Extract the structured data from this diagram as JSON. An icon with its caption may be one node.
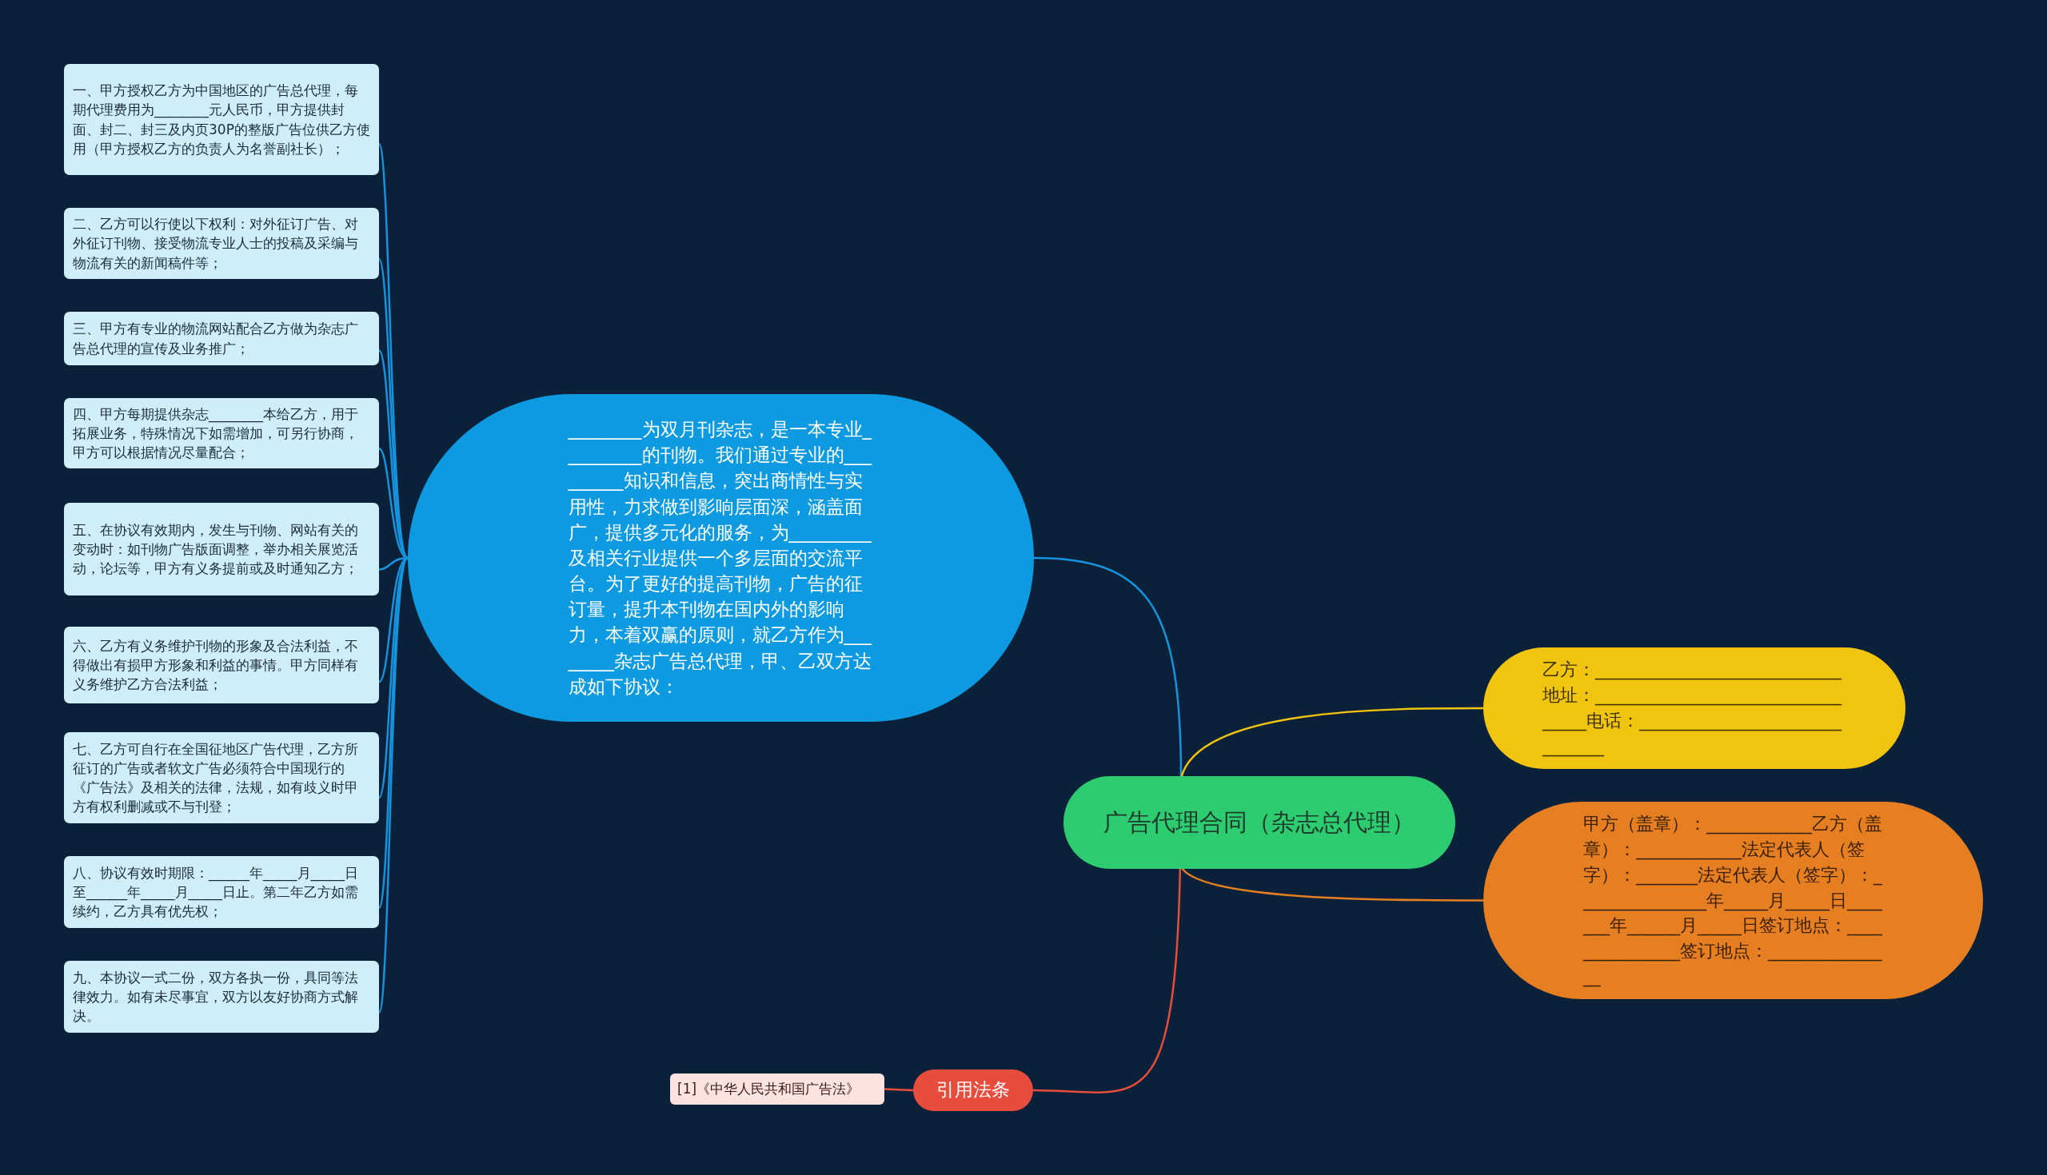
{
  "diagram": {
    "nodes": [
      {
        "text": [
          "广告代理合同（杂志总代理）"
        ]
      },
      {
        "text": [
          "________为双月刊杂志，是一本专业_________的刊物。我们通过专业的_________知识和信息，突出商情性与实用性，力求做到影响层面深，涵盖面广，提供多元化的服务，为_________及相关行业提供一个多层面的交流平台。为了更好的提高刊物，广告的征订量，提升本刊物在国内外的影响力，本着双赢的原则，就乙方作为________杂志广告总代理，甲、乙双方达成如下协议："
        ]
      },
      {
        "text": [
          "乙方：____________________________ 地址：_________________________________电话：______________________________"
        ]
      },
      {
        "text": [
          "甲方（盖章）：____________乙方（盖章）：____________法定代表人（签字）：_______法定代表人（签字）：_______________年_____月_____日_______年______月_____日签订地点：_______________签订地点：_______________"
        ]
      },
      {
        "text": [
          "引用法条"
        ]
      },
      {
        "text": [
          "[1]《中华人民共和国广告法》"
        ]
      },
      {
        "text": [
          "一、甲方授权乙方为中国地区的广告总代理，每期代理费用为________元人民币，甲方提供封面、封二、封三及内页30P的整版广告位供乙方使用（甲方授权乙方的负责人为名誉副社长）；"
        ]
      },
      {
        "text": [
          "二、乙方可以行使以下权利：对外征订广告、对外征订刊物、接受物流专业人士的投稿及采编与物流有关的新闻稿件等；"
        ]
      },
      {
        "text": [
          "三、甲方有专业的物流网站配合乙方做为杂志广告总代理的宣传及业务推广；"
        ]
      },
      {
        "text": [
          "四、甲方每期提供杂志________本给乙方，用于拓展业务，特殊情况下如需增加，可另行协商，甲方可以根据情况尽量配合；"
        ]
      },
      {
        "text": [
          "五、在协议有效期内，发生与刊物、网站有关的变动时：如刊物广告版面调整，举办相关展览活动，论坛等，甲方有义务提前或及时通知乙方；"
        ]
      },
      {
        "text": [
          "六、乙方有义务维护刊物的形象及合法利益，不得做出有损甲方形象和利益的事情。甲方同样有义务维护乙方合法利益；"
        ]
      },
      {
        "text": [
          "七、乙方可自行在全国征地区广告代理，乙方所征订的广告或者软文广告必须符合中国现行的《广告法》及相关的法律，法规，如有歧义时甲方有权利删减或不与刊登；"
        ]
      },
      {
        "text": [
          "八、协议有效时期限：______年_____月_____日至______年_____月_____日止。第二年乙方如需续约，乙方具有优先权；"
        ]
      },
      {
        "text": [
          "九、本协议一式二份，双方各执一份，具同等法律效力。如有未尽事宜，双方以友好协商方式解决。"
        ]
      }
    ],
    "edges": [
      {
        "from": 0,
        "to": 1,
        "arrow": "none"
      },
      {
        "from": 0,
        "to": 2,
        "arrow": "none",
        "color": "#f1c40f"
      },
      {
        "from": 0,
        "to": 3,
        "arrow": "none",
        "color": "#e67e22"
      },
      {
        "from": 0,
        "to": 4,
        "arrow": "none",
        "color": "#e74c3c"
      },
      {
        "from": 4,
        "to": 5,
        "arrow": "none",
        "color": "#e74c3c"
      },
      {
        "from": 1,
        "to": 6,
        "arrow": "none"
      },
      {
        "from": 1,
        "to": 7,
        "arrow": "none"
      },
      {
        "from": 1,
        "to": 8,
        "arrow": "none"
      },
      {
        "from": 1,
        "to": 9,
        "arrow": "none"
      },
      {
        "from": 1,
        "to": 10,
        "arrow": "none"
      },
      {
        "from": 1,
        "to": 11,
        "arrow": "none"
      },
      {
        "from": 1,
        "to": 12,
        "arrow": "none"
      },
      {
        "from": 1,
        "to": 13,
        "arrow": "none"
      },
      {
        "from": 1,
        "to": 14,
        "arrow": "none"
      }
    ]
  }
}
